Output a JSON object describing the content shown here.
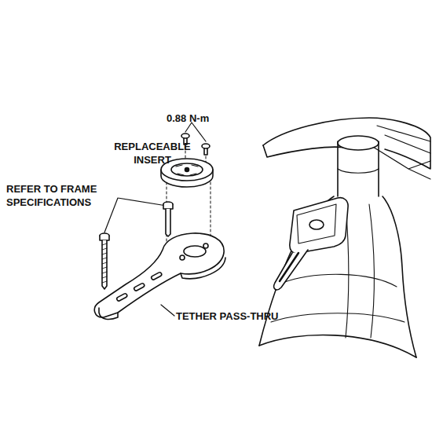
{
  "diagram": {
    "labels": [
      "0.88 N-m",
      "REPLACEABLE INSERT",
      "REFER TO FRAME SPECIFICATIONS",
      "TETHER PASS-THRU"
    ]
  }
}
